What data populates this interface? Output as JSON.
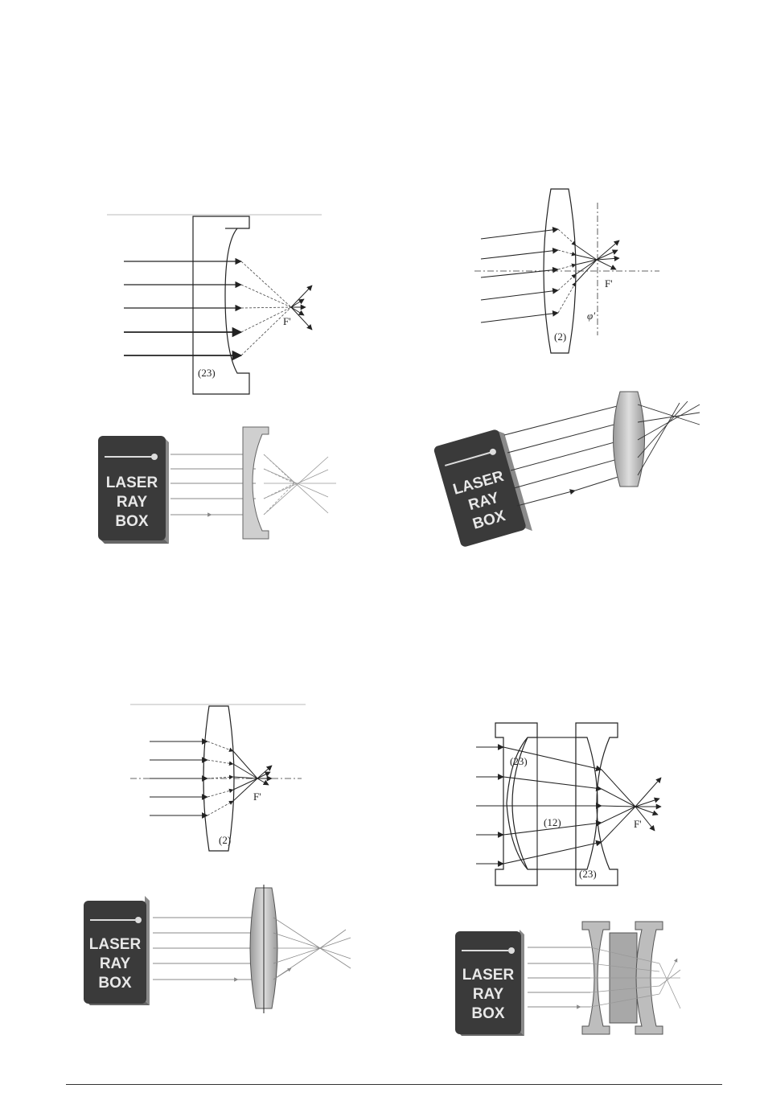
{
  "labels": {
    "focal": "F'",
    "phi": "φ'",
    "lens23": "(23)",
    "lens2": "(2)",
    "lens12": "(12)"
  },
  "laser_box": {
    "line1": "LASER",
    "line2": "RAY",
    "line3": "BOX"
  },
  "colors": {
    "box_body": "#3a3a3a",
    "box_side": "#8a8a8a",
    "lens_fill": "#c4c4c4",
    "ink": "#222222"
  }
}
